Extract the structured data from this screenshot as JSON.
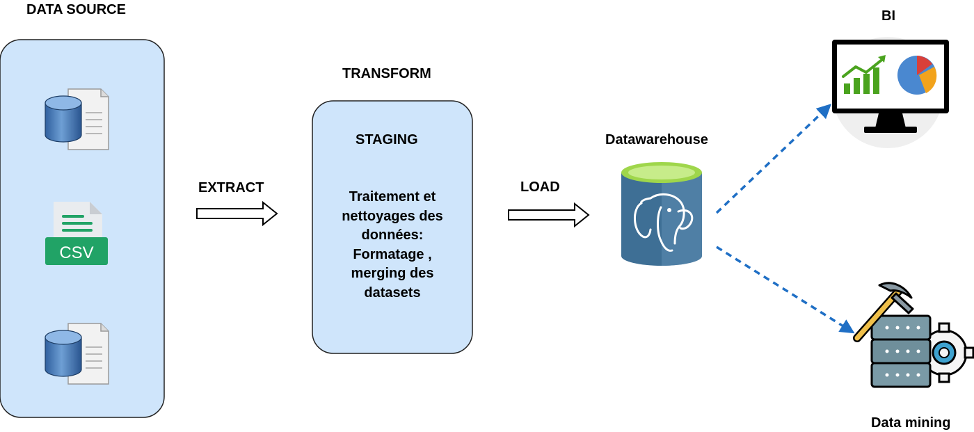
{
  "data_source": {
    "title": "DATA SOURCE",
    "sources": [
      {
        "type": "database-file"
      },
      {
        "type": "csv-file",
        "label": "CSV"
      },
      {
        "type": "database-file"
      }
    ]
  },
  "extract": {
    "label": "EXTRACT"
  },
  "transform": {
    "title": "TRANSFORM",
    "stage_title": "STAGING",
    "description_lines": [
      "Traitement et",
      "nettoyages des",
      "données:",
      "Formatage ,",
      "merging des",
      "datasets"
    ]
  },
  "load": {
    "label": "LOAD"
  },
  "warehouse": {
    "title": "Datawarehouse",
    "icon": "postgresql-elephant-icon"
  },
  "outputs": {
    "bi": {
      "title": "BI",
      "icon": "bi-dashboard-monitor-icon"
    },
    "mining": {
      "title": "Data mining",
      "icon": "data-mining-server-icon"
    }
  },
  "colors": {
    "panel_fill": "#cfe5fb",
    "panel_stroke": "#222222",
    "db_blue": "#5a8fc9",
    "csv_green": "#21a366",
    "warehouse_blue": "#3e6f95",
    "warehouse_top": "#9fd64b",
    "arrow_blue": "#1f6fc5"
  }
}
